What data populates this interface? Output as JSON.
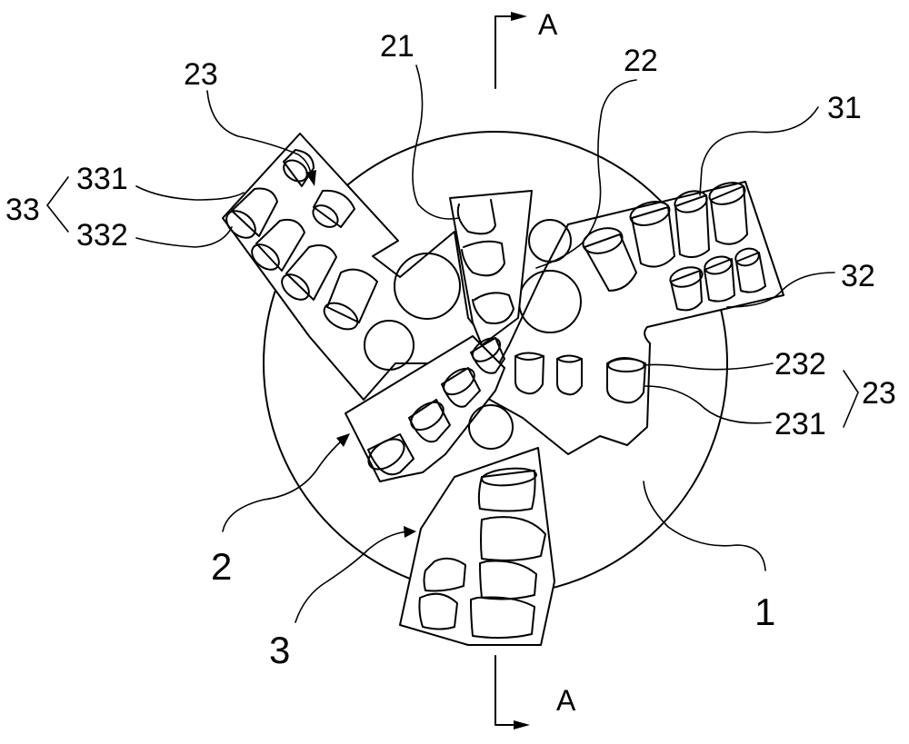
{
  "labels": {
    "section_top": "A",
    "section_bottom": "A",
    "ref_21": "21",
    "ref_22": "22",
    "ref_23_top": "23",
    "ref_31": "31",
    "ref_32": "32",
    "ref_33": "33",
    "ref_331": "331",
    "ref_332": "332",
    "ref_232": "232",
    "ref_231": "231",
    "ref_23_right": "23",
    "ref_1": "1",
    "ref_2": "2",
    "ref_3": "3"
  }
}
